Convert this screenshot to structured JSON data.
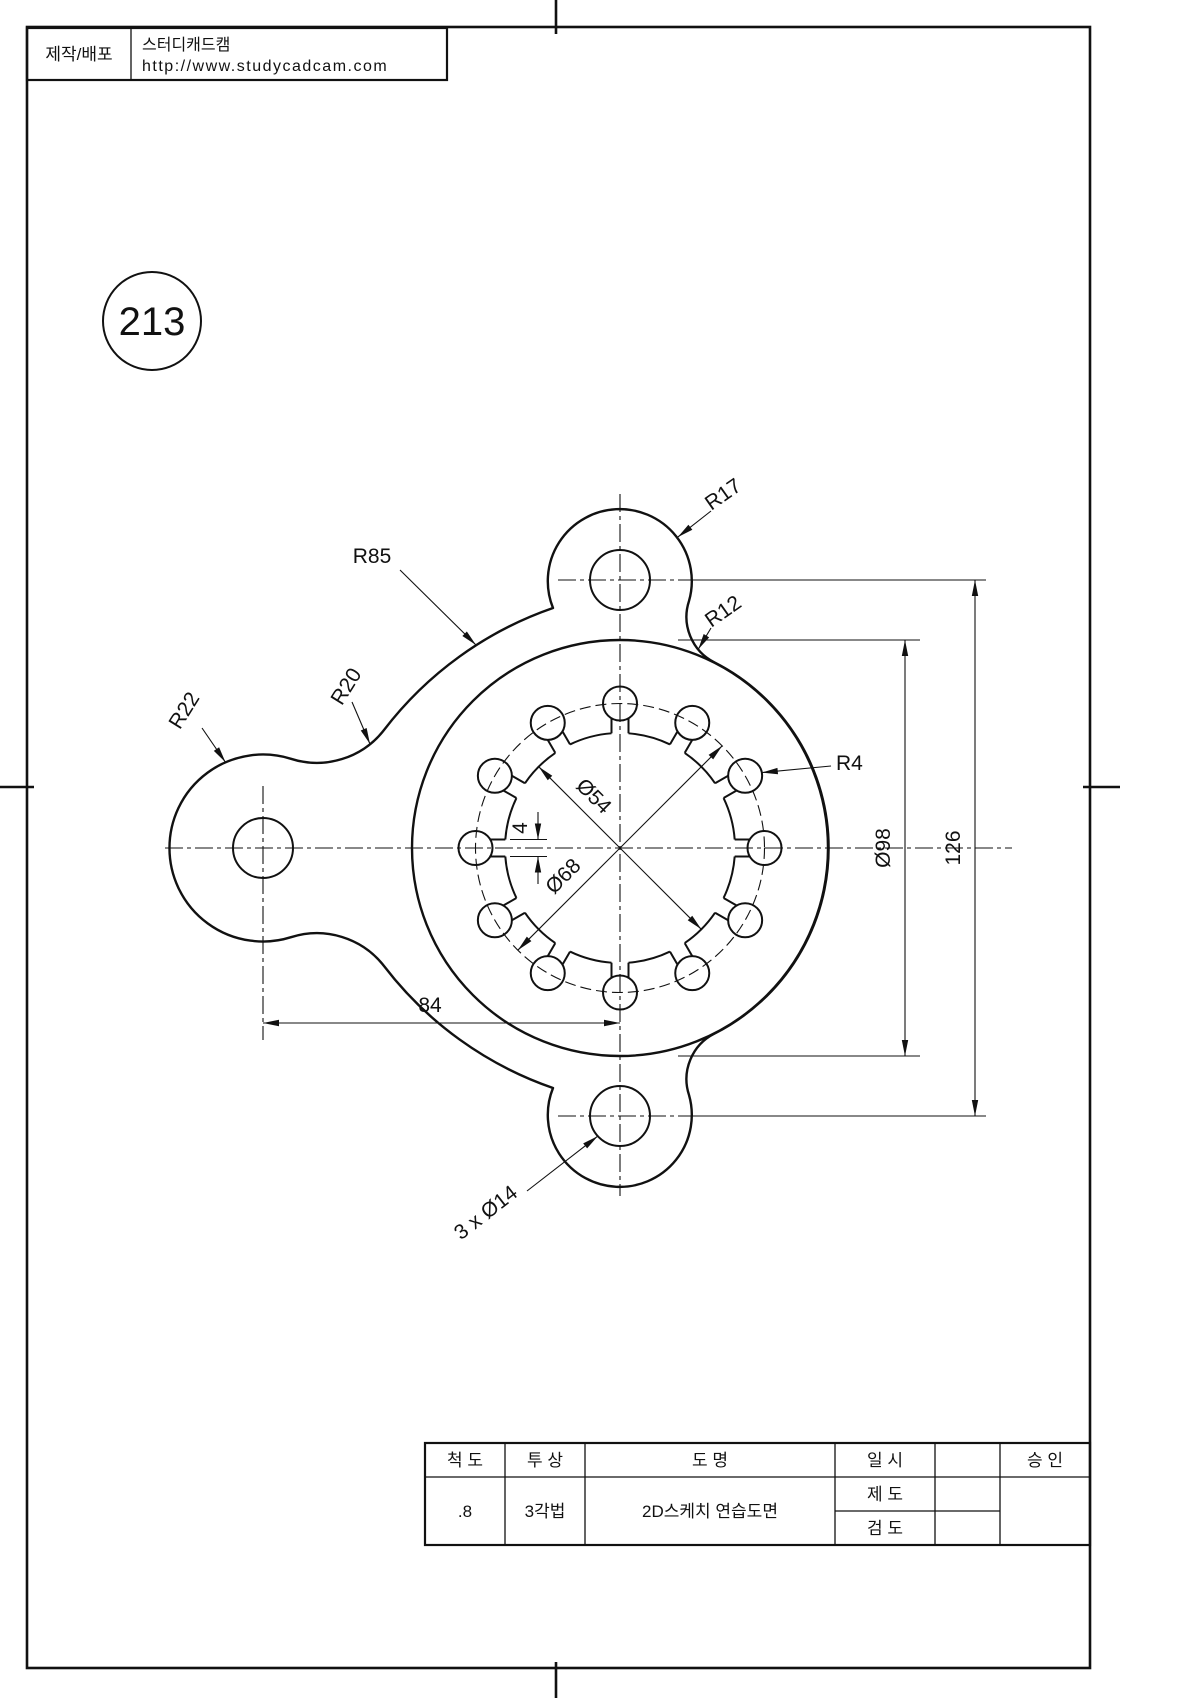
{
  "publisher": {
    "label": "제작/배포",
    "name": "스터디캐드캠",
    "url": "http://www.studycadcam.com"
  },
  "balloon": {
    "number": "213"
  },
  "dims": {
    "r85": "R85",
    "r17": "R17",
    "r12": "R12",
    "r20": "R20",
    "r22": "R22",
    "r4": "R4",
    "d54": "Ø54",
    "d68": "Ø68",
    "slot": "4",
    "w84": "84",
    "h126": "126",
    "d98": "Ø98",
    "holes": "3 x Ø14"
  },
  "titleblock": {
    "scale_label": "척 도",
    "projection_label": "투 상",
    "name_label": "도 명",
    "date_label": "일 시",
    "draft_label": "제 도",
    "check_label": "검 도",
    "approve_label": "승 인",
    "scale_value": ".8",
    "projection_value": "3각법",
    "name_value": "2D스케치 연습도면"
  }
}
